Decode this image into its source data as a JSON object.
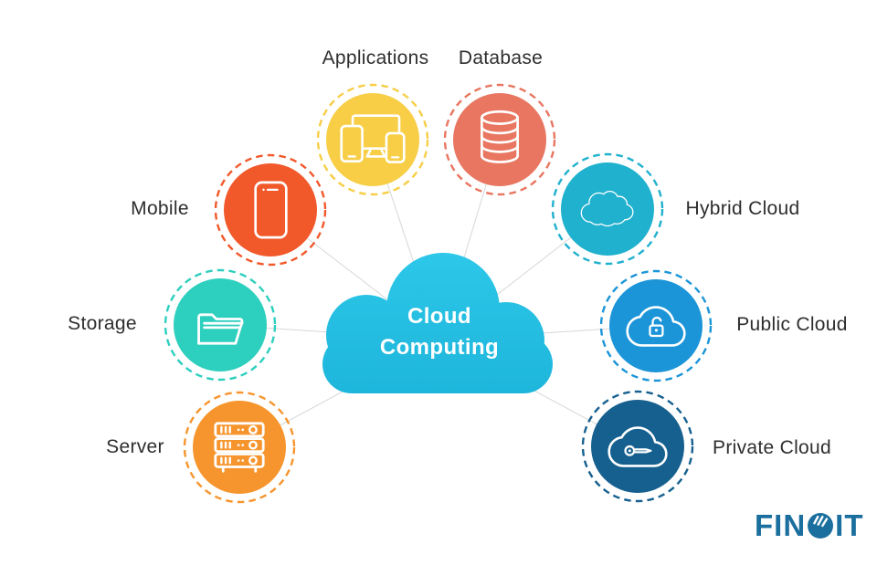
{
  "background": "#ffffff",
  "connector_color": "#d7d7d7",
  "label_color": "#2e2e2e",
  "center": {
    "title_line1": "Cloud",
    "title_line2": "Computing",
    "icon": "cloud-shape",
    "color_top": "#2cc7e9",
    "color_bottom": "#1eb6db",
    "text_color": "#ffffff"
  },
  "nodes": [
    {
      "label": "Applications",
      "icon": "devices-icon",
      "color": "#f7ce46",
      "label_side": "top"
    },
    {
      "label": "Database",
      "icon": "database-icon",
      "color": "#e87660",
      "label_side": "top"
    },
    {
      "label": "Mobile",
      "icon": "smartphone-icon",
      "color": "#f1592b",
      "label_side": "left"
    },
    {
      "label": "Hybrid Cloud",
      "icon": "hybrid-cloud-icon",
      "color": "#20b1ce",
      "label_side": "right"
    },
    {
      "label": "Storage",
      "icon": "folder-icon",
      "color": "#2dcfbe",
      "label_side": "left"
    },
    {
      "label": "Public Cloud",
      "icon": "cloud-unlock-icon",
      "color": "#1b95d8",
      "label_side": "right"
    },
    {
      "label": "Server",
      "icon": "server-rack-icon",
      "color": "#f6952d",
      "label_side": "left"
    },
    {
      "label": "Private Cloud",
      "icon": "cloud-key-icon",
      "color": "#16608f",
      "label_side": "right"
    }
  ],
  "brand": {
    "name": "FINOIT",
    "prefix": "FIN",
    "suffix": "IT",
    "o_icon": "striped-circle-o",
    "color": "#1b6f9e"
  }
}
